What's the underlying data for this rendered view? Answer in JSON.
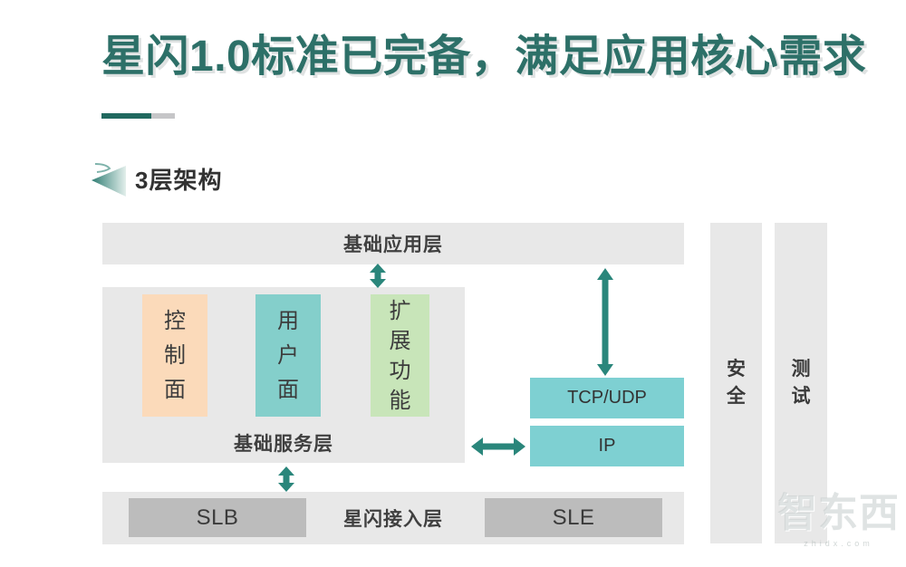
{
  "title": "星闪1.0标准已完备，满足应用核心需求",
  "section": {
    "heading": "3层架构"
  },
  "diagram": {
    "app_layer": {
      "label": "基础应用层"
    },
    "service_layer": {
      "label": "基础服务层",
      "modules": [
        {
          "label": "控制面",
          "color": "#fbdaba"
        },
        {
          "label": "用户面",
          "color": "#84cfcb"
        },
        {
          "label": "扩展功能",
          "color": "#c8e5b9"
        }
      ]
    },
    "protocol_stack": [
      {
        "label": "TCP/UDP"
      },
      {
        "label": "IP"
      }
    ],
    "access_layer": {
      "label": "星闪接入层",
      "left_module": "SLB",
      "right_module": "SLE"
    },
    "side_bars": [
      {
        "label": "安全"
      },
      {
        "label": "测试"
      }
    ]
  },
  "watermark": {
    "logo_text": "智东西",
    "sub_text": "zhidx.com"
  },
  "colors": {
    "accent_teal": "#2d7068",
    "arrow_teal": "#2a867b",
    "underline_teal": "#21695f",
    "underline_gray": "#c6c6c8",
    "layer_gray": "#e8e8e8",
    "sub_box_gray": "#bcbcbc",
    "module_control": "#fbdaba",
    "module_user": "#84cfcb",
    "module_extend": "#c8e5b9",
    "protocol_box": "#7ed0d2"
  }
}
